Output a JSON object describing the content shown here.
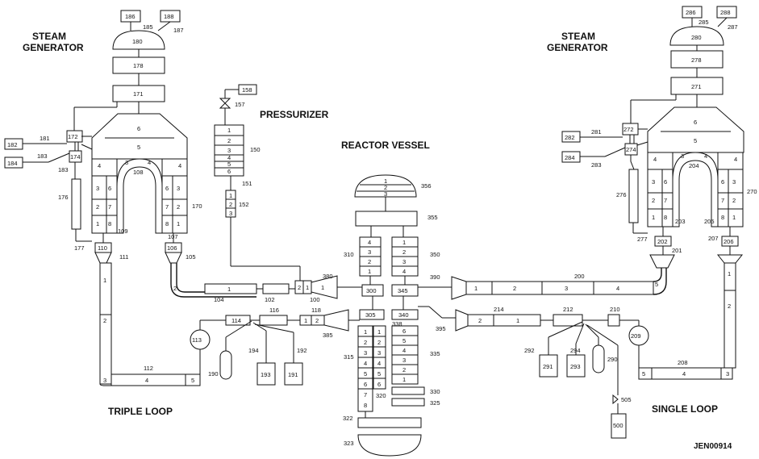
{
  "titles": {
    "steam_gen_left": [
      "STEAM",
      "GENERATOR"
    ],
    "steam_gen_right": [
      "STEAM",
      "GENERATOR"
    ],
    "pressurizer": "PRESSURIZER",
    "reactor_vessel": "REACTOR VESSEL",
    "triple_loop": "TRIPLE LOOP",
    "single_loop": "SINGLE LOOP",
    "doc_id": "JEN00914"
  },
  "labels": {
    "sgl": {
      "c186": "186",
      "c188": "188",
      "c185": "185",
      "c187": "187",
      "c180": "180",
      "c178": "178",
      "c171": "171",
      "c172": "172",
      "c174": "174",
      "c176": "176",
      "c177": "177",
      "c181": "181",
      "c182": "182",
      "c183a": "183",
      "c183b": "183",
      "c184": "184",
      "c110": "110",
      "c111": "111",
      "c106": "106",
      "c105": "105",
      "c107": "107",
      "c108": "108",
      "c109": "109",
      "c170": "170",
      "s6": "6",
      "s5": "5",
      "s4a": "4",
      "s4b": "4",
      "s3a": "3",
      "s3b": "3",
      "s3c": "3",
      "s2a": "2",
      "s2b": "2",
      "s1a": "1",
      "s1b": "1",
      "t3": "3",
      "t4": "4",
      "t6": "6",
      "t7": "7",
      "t8": "8",
      "t6b": "6",
      "t7b": "7",
      "t8b": "8"
    },
    "sgr": {
      "c286": "286",
      "c288": "288",
      "c285": "285",
      "c287": "287",
      "c280": "280",
      "c278": "278",
      "c271": "271",
      "c272": "272",
      "c274": "274",
      "c276": "276",
      "c277": "277",
      "c281": "281",
      "c282": "282",
      "c283": "283",
      "c284": "284",
      "c202": "202",
      "c201": "201",
      "c206": "206",
      "c207": "207",
      "c203": "203",
      "c204": "204",
      "c205": "205",
      "c270": "270",
      "s6": "6",
      "s5": "5",
      "s4a": "4",
      "s4b": "4",
      "s3a": "3",
      "s3b": "3",
      "s2a": "2",
      "s2b": "2",
      "s1a": "1",
      "s1b": "1",
      "t3": "3",
      "t4": "4",
      "t6": "6",
      "t7": "7",
      "t8": "8",
      "t6b": "6",
      "t7b": "7",
      "t8b": "8"
    },
    "prz": {
      "c158": "158",
      "c157": "157",
      "c150": "150",
      "c151": "151",
      "c152": "152",
      "p1": "1",
      "p2": "2",
      "p3": "3",
      "p4": "4",
      "p5": "5",
      "p6": "6",
      "q1": "1",
      "q2": "2",
      "q3": "3"
    },
    "tl": {
      "c104": "104",
      "c102": "102",
      "c100": "100",
      "h1": "1",
      "h2": "2",
      "v1": "1",
      "v2": "2",
      "c112": "112",
      "b3": "3",
      "b4": "4",
      "b5": "5",
      "c113": "113",
      "c114": "114",
      "c116": "116",
      "c118": "118",
      "r1": "1",
      "r2": "2",
      "c190": "190",
      "c194": "194",
      "c193": "193",
      "c192": "192",
      "c191": "191",
      "c380": "380",
      "c385": "385",
      "h1b": "1",
      "h2b": "2"
    },
    "rv": {
      "c356": "356",
      "d1": "1",
      "d2": "2",
      "d3": "3",
      "c355": "355",
      "c310": "310",
      "c350": "350",
      "a4": "4",
      "a3": "3",
      "a2": "2",
      "a1": "1",
      "b1": "1",
      "b2": "2",
      "b3": "3",
      "b4": "4",
      "c300": "300",
      "c345": "345",
      "c305": "305",
      "c340": "340",
      "c390": "390",
      "c395": "395",
      "c315": "315",
      "c335": "335",
      "c338": "338",
      "c320": "320",
      "c330": "330",
      "c325": "325",
      "c322": "322",
      "c323": "323",
      "e1": "1",
      "e2": "2",
      "e3": "3",
      "e4": "4",
      "e5": "5",
      "e6": "6",
      "e7": "7",
      "e8": "8",
      "f1": "1",
      "f2": "2",
      "f3": "3",
      "f4": "4",
      "f5": "5",
      "f6": "6",
      "g6": "6",
      "g5": "5",
      "g4": "4",
      "g3": "3",
      "g2": "2",
      "g1": "1"
    },
    "sl": {
      "c200": "200",
      "h1": "1",
      "h2": "2",
      "h3": "3",
      "h4": "4",
      "h5": "5",
      "c214": "214",
      "i1": "1",
      "i2": "2",
      "c212": "212",
      "c210": "210",
      "c209": "209",
      "c208": "208",
      "j3": "3",
      "j4": "4",
      "j5": "5",
      "v1": "1",
      "v2": "2",
      "c292": "292",
      "c291": "291",
      "c294": "294",
      "c293": "293",
      "c290": "290",
      "c505": "505",
      "c500": "500"
    }
  }
}
